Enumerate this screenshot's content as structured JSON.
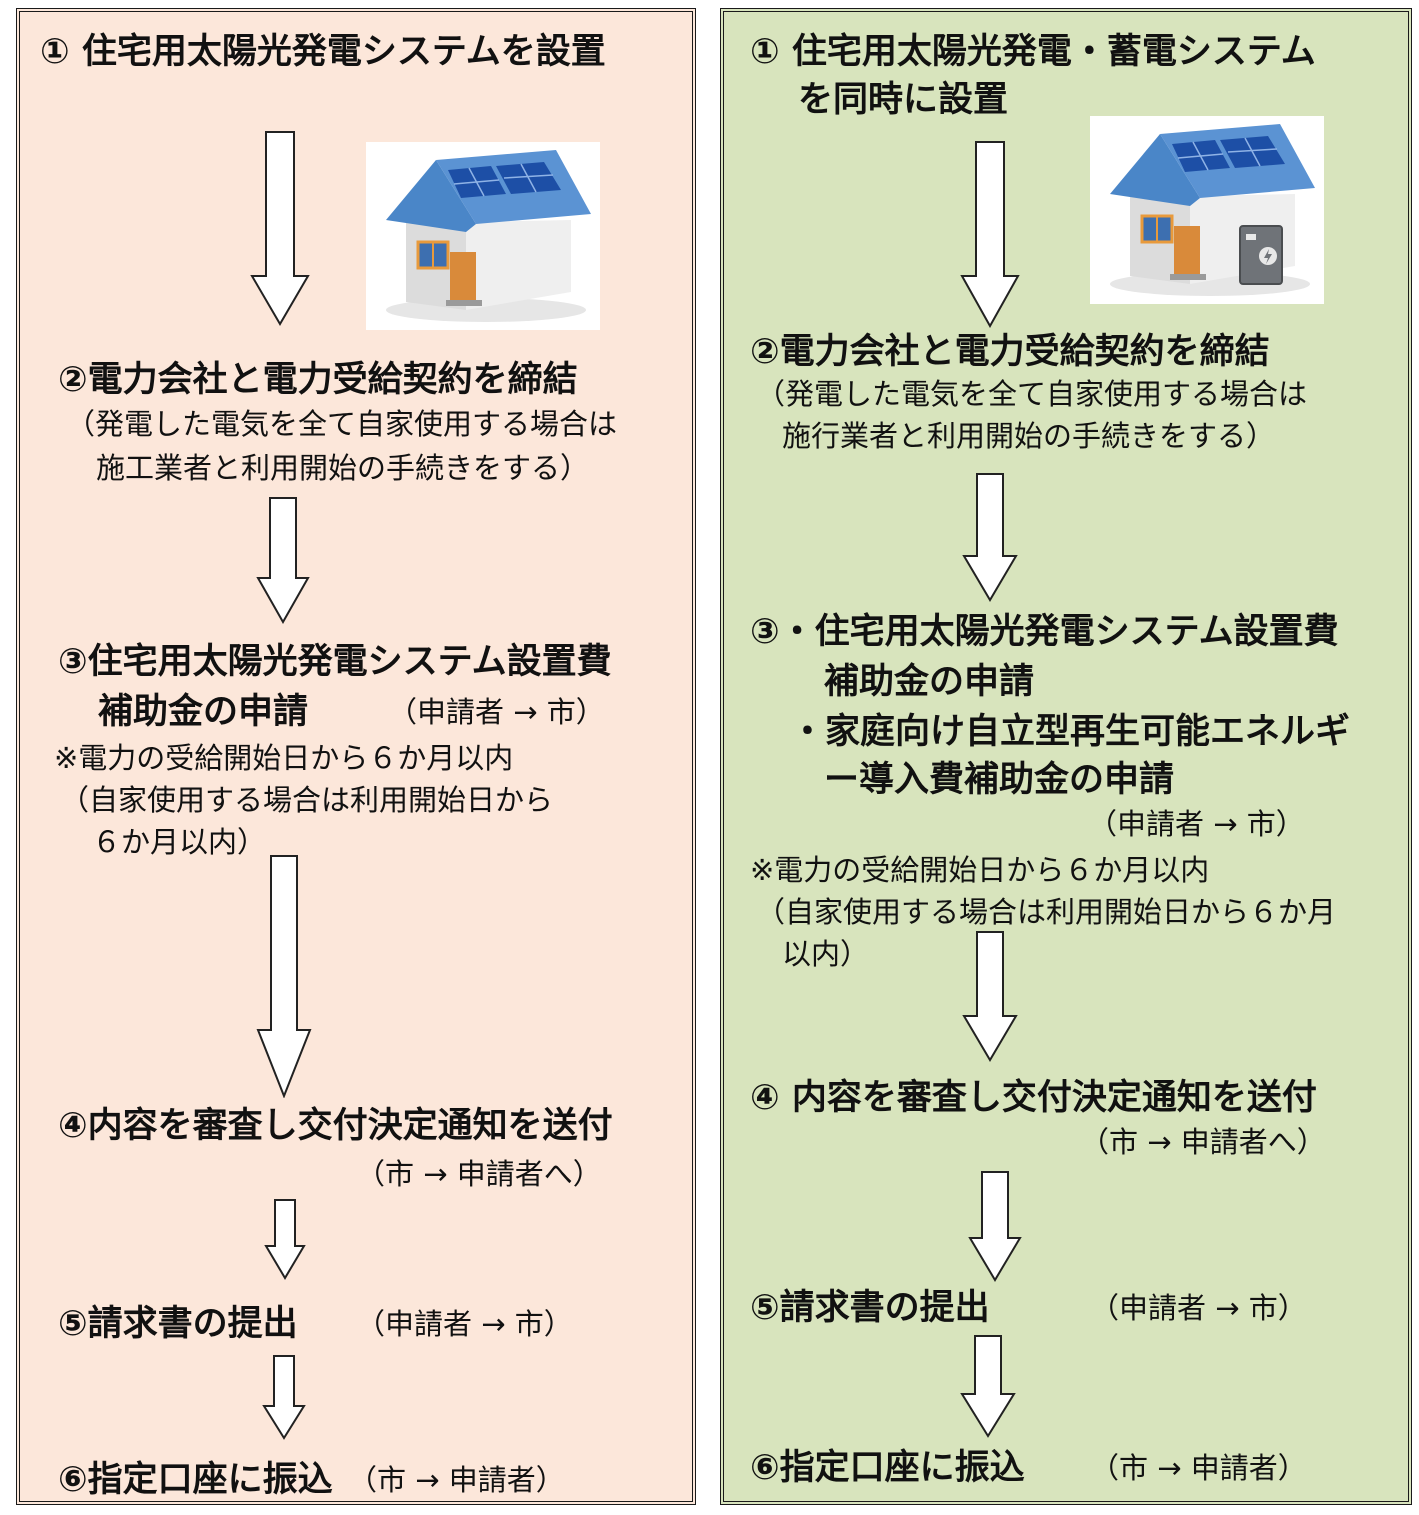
{
  "left": {
    "step1": "① 住宅用太陽光発電システムを設置",
    "step2": "②電力会社と電力受給契約を締結",
    "step2_note_1": "（発電した電気を全て自家使用する場合は",
    "step2_note_2": "施工業者と利用開始の手続きをする）",
    "step3_line1": "③住宅用太陽光発電システム設置費",
    "step3_line2": "補助金の申請",
    "step3_who": "（申請者 → 市）",
    "step3_note_1": "※電力の受給開始日から６か月以内",
    "step3_note_2": "（自家使用する場合は利用開始日から",
    "step3_note_3": "６か月以内）",
    "step4": "④内容を審査し交付決定通知を送付",
    "step4_who": "（市 → 申請者へ）",
    "step5": "⑤請求書の提出",
    "step5_who": "（申請者 → 市）",
    "step6": "⑥指定口座に振込",
    "step6_who": "（市 → 申請者）"
  },
  "right": {
    "step1_line1": "① 住宅用太陽光発電・蓄電システム",
    "step1_line2": "を同時に設置",
    "step2": "②電力会社と電力受給契約を締結",
    "step2_note_1": "（発電した電気を全て自家使用する場合は",
    "step2_note_2": "施行業者と利用開始の手続きをする）",
    "step3_line1": "③・住宅用太陽光発電システム設置費",
    "step3_line2": "補助金の申請",
    "step3_line3": "・家庭向け自立型再生可能エネルギ",
    "step3_line4": "ー導入費補助金の申請",
    "step3_who": "（申請者 → 市）",
    "step3_note_1": "※電力の受給開始日から６か月以内",
    "step3_note_2": "（自家使用する場合は利用開始日から６か月",
    "step3_note_3": "以内）",
    "step4": "④ 内容を審査し交付決定通知を送付",
    "step4_who": "（市 → 申請者へ）",
    "step5": "⑤請求書の提出",
    "step5_who": "（申請者 → 市）",
    "step6": "⑥指定口座に振込",
    "step6_who": "（市 → 申請者）"
  },
  "colors": {
    "left_panel_bg": "#fce7da",
    "right_panel_bg": "#d8e4bd",
    "border": "#1a1a1a",
    "roof": "#4a86c8",
    "solar_panel": "#1d4fa6"
  },
  "icons": {
    "left_image": "house-solar-icon",
    "right_image": "house-solar-battery-icon",
    "arrow": "down-arrow-icon"
  }
}
